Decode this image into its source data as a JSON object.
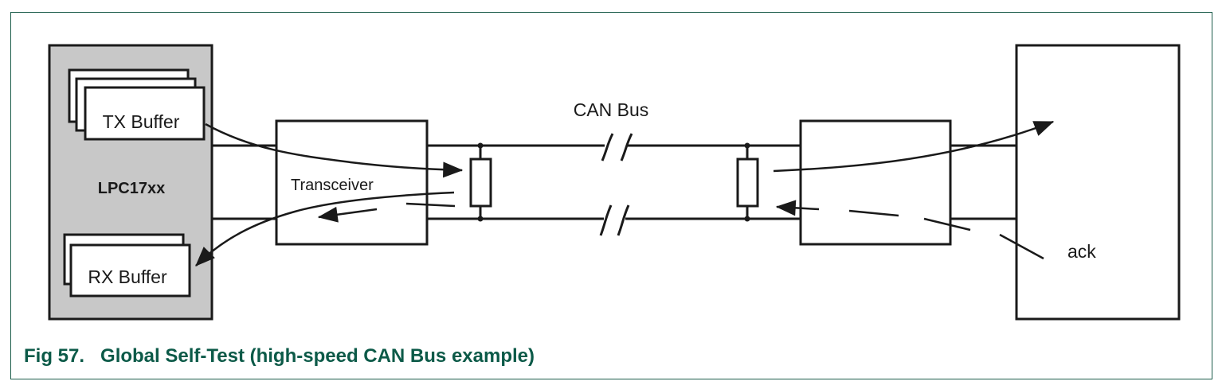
{
  "diagram": {
    "chip_label": "LPC17xx",
    "tx_buffer_label": "TX Buffer",
    "rx_buffer_label": "RX Buffer",
    "transceiver_label": "Transceiver",
    "bus_label": "CAN Bus",
    "ack_label": "ack"
  },
  "caption": {
    "text": "Fig 57.   Global Self-Test (high-speed CAN Bus example)",
    "color": "#0c5a48"
  },
  "colors": {
    "chip_fill": "#c8c8c8",
    "line": "#1a1a1a",
    "frame": "#1b5c4a"
  }
}
